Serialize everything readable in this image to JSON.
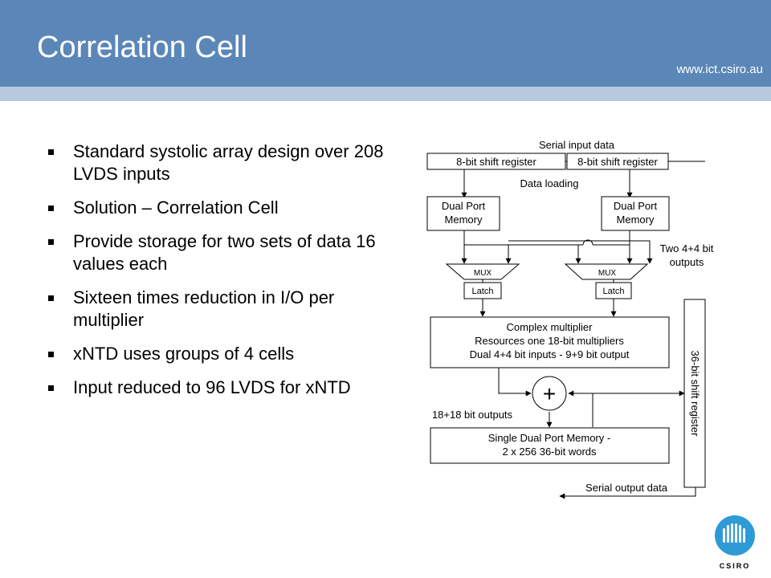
{
  "slide": {
    "title": "Correlation Cell",
    "url": "www.ict.csiro.au",
    "bullets": [
      "Standard systolic array design over 208 LVDS inputs",
      "Solution – Correlation Cell",
      "Provide storage for two sets of data 16 values each",
      "Sixteen times reduction in I/O per multiplier",
      "xNTD uses groups of 4 cells",
      "Input reduced to 96 LVDS for xNTD"
    ]
  },
  "diagram": {
    "serial_input": "Serial input data",
    "shift_reg_1": "8-bit shift register",
    "shift_reg_2": "8-bit shift register",
    "data_loading": "Data loading",
    "dpm_1_line1": "Dual Port",
    "dpm_1_line2": "Memory",
    "dpm_2_line1": "Dual Port",
    "dpm_2_line2": "Memory",
    "two_outputs_line1": "Two 4+4 bit",
    "two_outputs_line2": "outputs",
    "mux_1": "MUX",
    "mux_2": "MUX",
    "latch_1": "Latch",
    "latch_2": "Latch",
    "cm_line1": "Complex multiplier",
    "cm_line2": "Resources one 18-bit multipliers",
    "cm_line3": "Dual 4+4 bit inputs - 9+9 bit output",
    "adder_symbol": "+",
    "outputs_18": "18+18 bit outputs",
    "sdpm_line1": "Single Dual Port Memory -",
    "sdpm_line2": "2 x 256 36-bit words",
    "shift_36": "36-bit shift register",
    "serial_output": "Serial output data"
  },
  "logo": {
    "text": "CSIRO",
    "color": "#2e9bd6"
  }
}
